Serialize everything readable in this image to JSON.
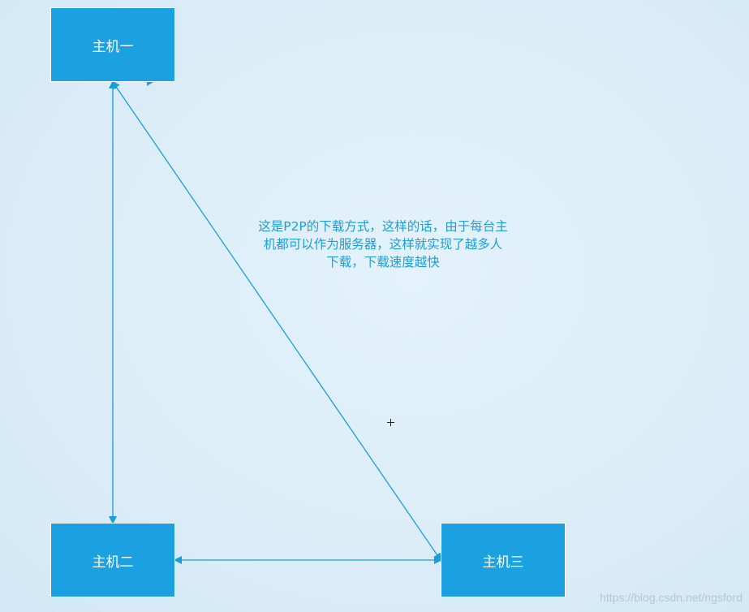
{
  "nodes": {
    "host1": "主机一",
    "host2": "主机二",
    "host3": "主机三"
  },
  "annotation": "这是P2P的下载方式，这样的话，由于每台主\n机都可以作为服务器，这样就实现了越多人\n下载，下载速度越快",
  "watermark": "https://blog.csdn.net/ngsford",
  "colors": {
    "node_fill": "#1ba1e2",
    "connector": "#1a9ddc",
    "annotation_text": "#1a9ddc"
  },
  "connectors": [
    {
      "from": "host1",
      "to": "host2",
      "arrows": "both"
    },
    {
      "from": "host1",
      "to": "host3",
      "arrows": "both"
    },
    {
      "from": "host2",
      "to": "host3",
      "arrows": "both"
    }
  ]
}
